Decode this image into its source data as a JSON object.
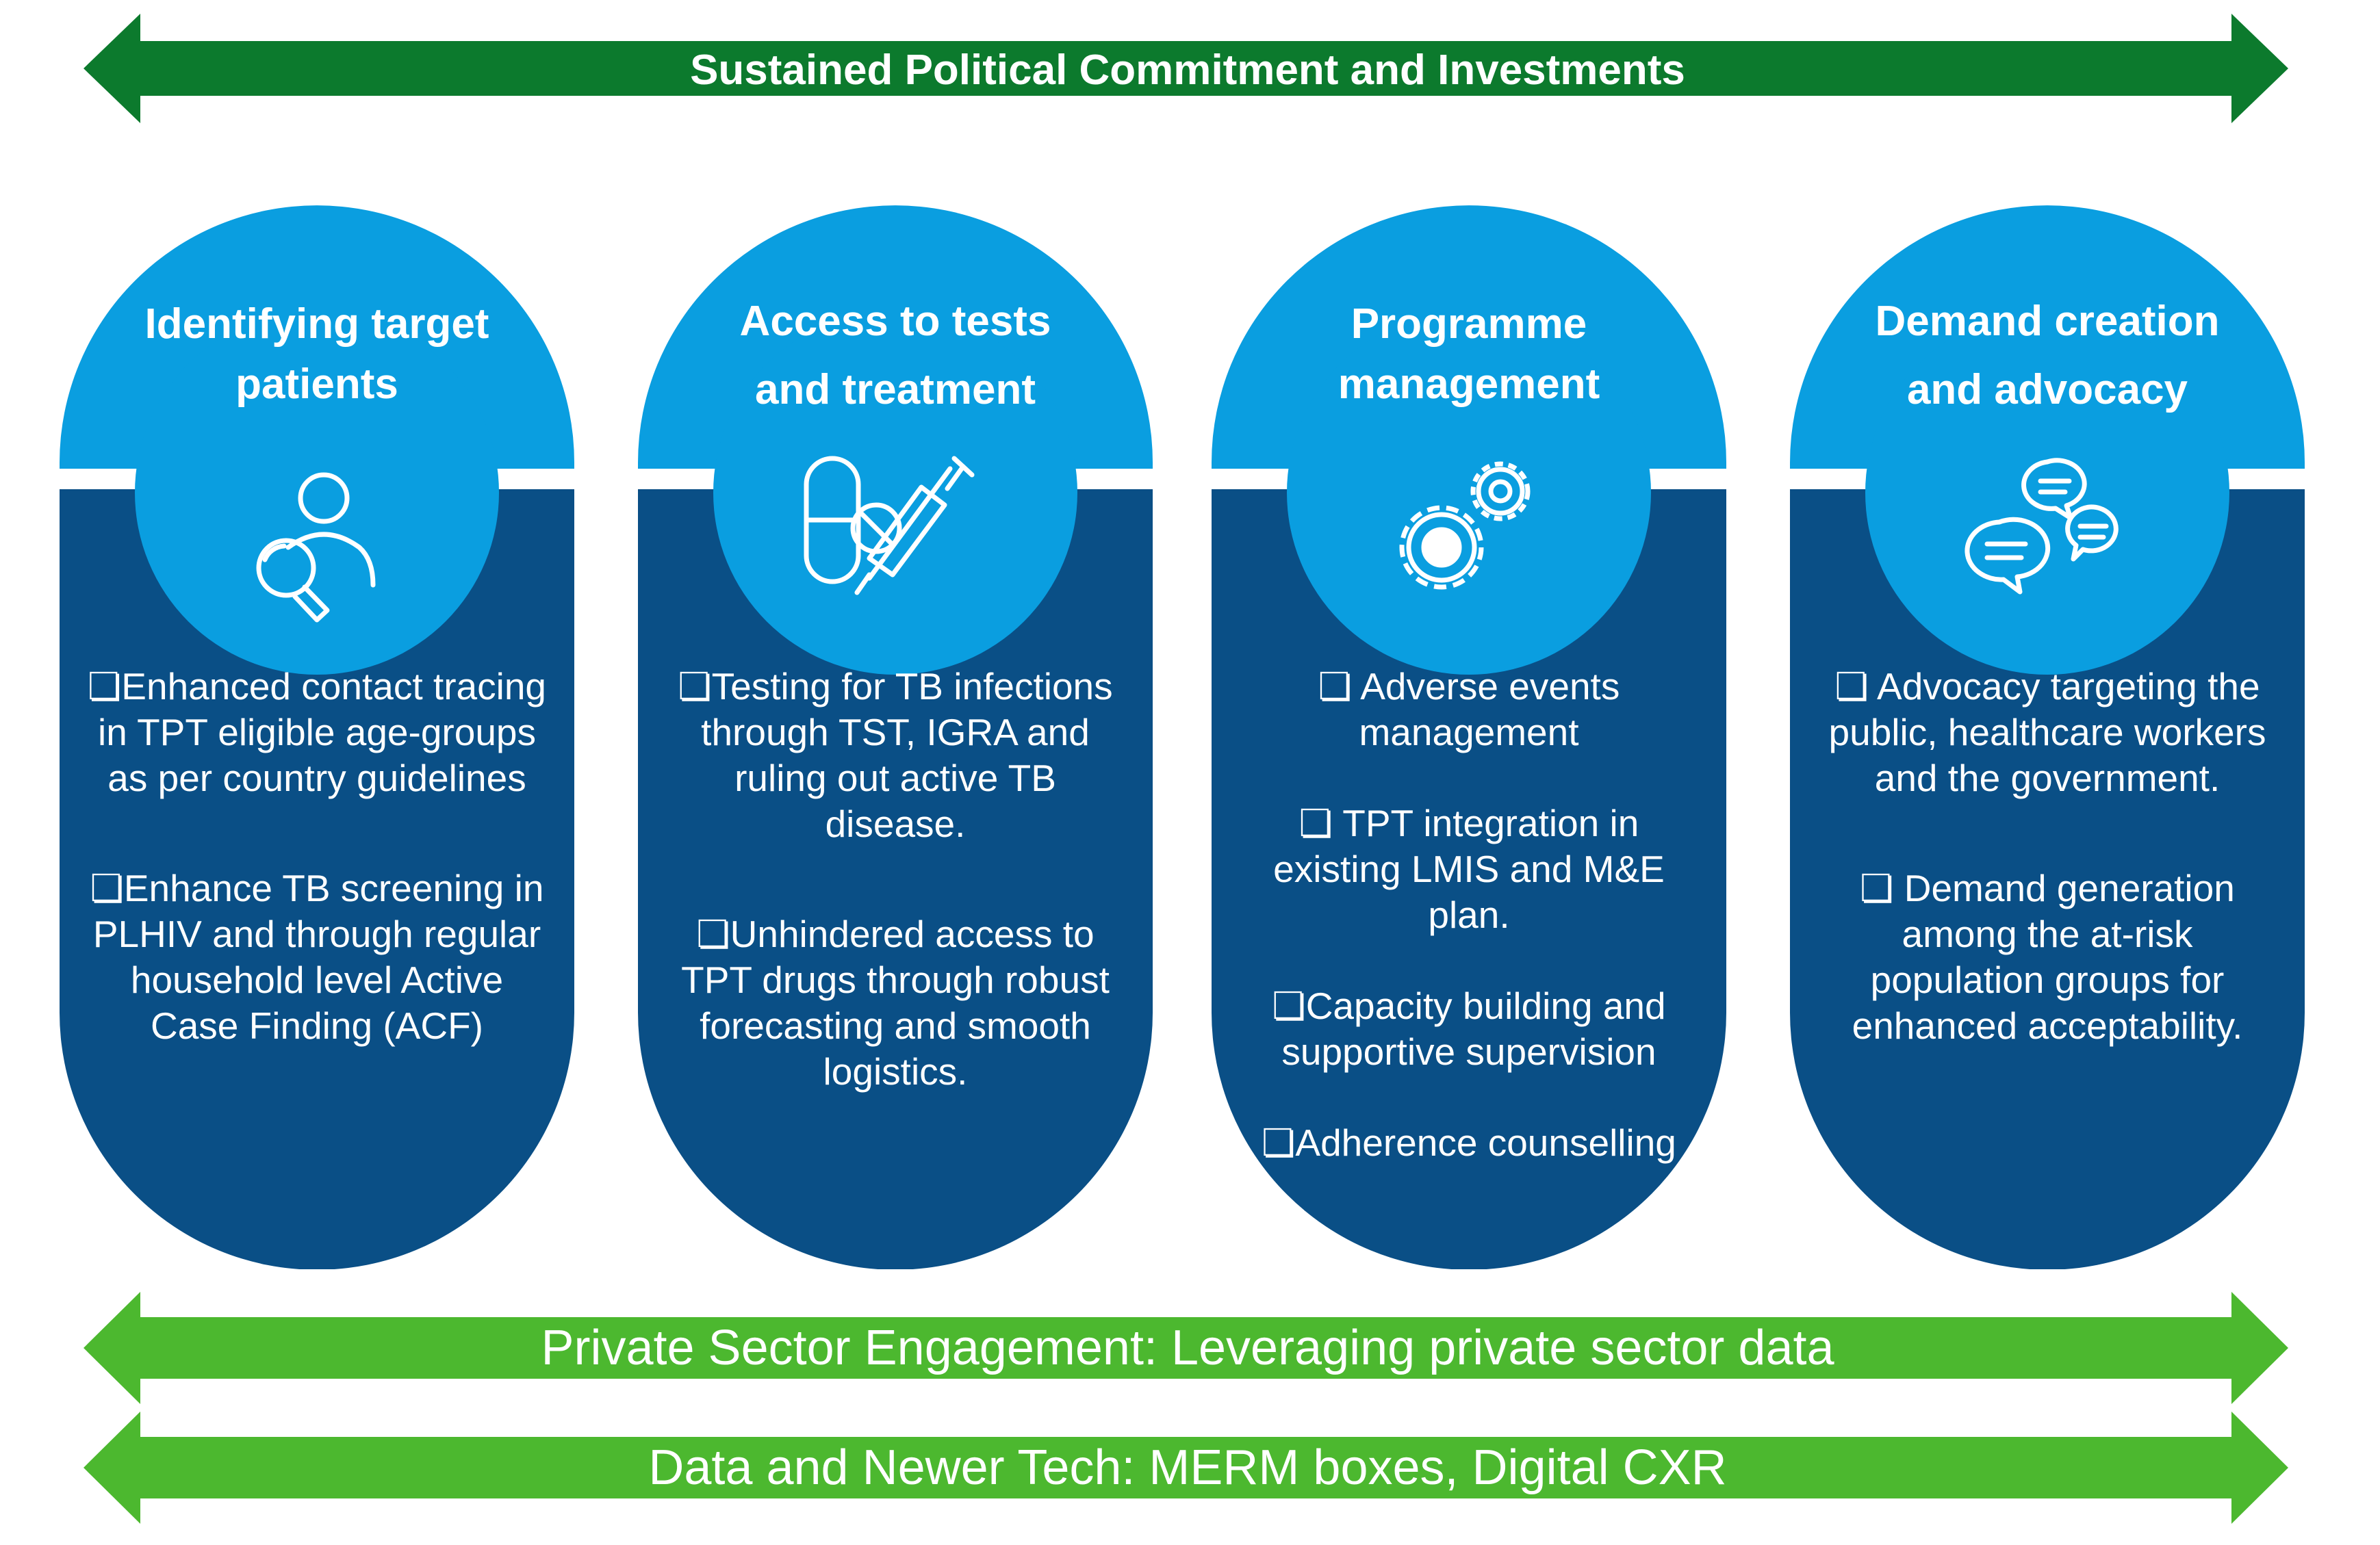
{
  "colors": {
    "dark_green": "#0c7a2d",
    "light_green": "#4cb82f",
    "light_blue": "#0a9ee0",
    "dark_blue": "#0a4f86",
    "white": "#ffffff"
  },
  "top_arrow": {
    "label": "Sustained Political Commitment and Investments"
  },
  "bottom_arrows": [
    {
      "label": "Private Sector Engagement: Leveraging private sector data"
    },
    {
      "label": "Data and Newer Tech: MERM boxes, Digital CXR"
    }
  ],
  "pillars": [
    {
      "title_lines": [
        "Identifying target",
        "patients"
      ],
      "icon": "person-search-icon",
      "bullets": [
        "❏Enhanced contact tracing in TPT eligible age-groups as per country guidelines",
        "❏Enhance TB screening in PLHIV and through regular household level Active Case Finding (ACF)"
      ]
    },
    {
      "title_lines": [
        "Access to tests",
        "and treatment"
      ],
      "icon": "pills-syringe-icon",
      "bullets": [
        "❏Testing for TB infections through TST, IGRA and ruling out active TB disease.",
        "❏Unhindered access to TPT drugs through robust forecasting and smooth logistics."
      ]
    },
    {
      "title_lines": [
        "Programme",
        "management"
      ],
      "icon": "gears-icon",
      "bullets": [
        "❏ Adverse events management",
        "❏ TPT integration in existing LMIS and M&E plan.",
        "❏Capacity building and supportive supervision",
        "❏Adherence counselling"
      ]
    },
    {
      "title_lines": [
        "Demand creation",
        "and advocacy"
      ],
      "icon": "chat-bubbles-icon",
      "bullets": [
        "❏ Advocacy targeting the public, healthcare workers and the government.",
        "❏ Demand generation among the at-risk population groups for enhanced acceptability."
      ]
    }
  ]
}
